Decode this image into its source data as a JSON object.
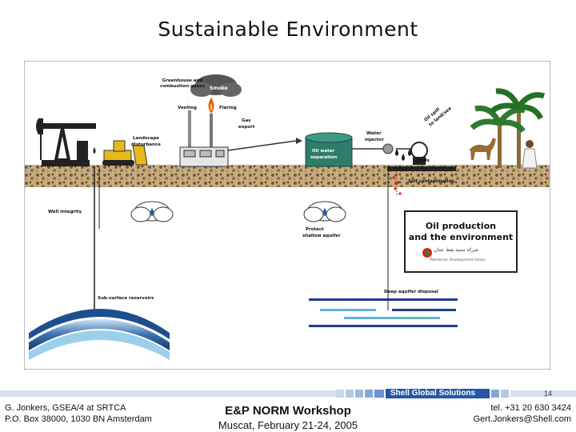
{
  "slide": {
    "title": "Sustainable Environment",
    "page_number": "14"
  },
  "diagram": {
    "labels": {
      "greenhouse_line1": "Greenhouse and",
      "greenhouse_line2": "combustion gases",
      "smoke": "Smoke",
      "venting": "Venting",
      "flaring": "Flaring",
      "gas_export_line1": "Gas",
      "gas_export_line2": "export",
      "landscape_line1": "Landscape",
      "landscape_line2": "disturbance",
      "oil_water_line1": "Oil water",
      "oil_water_line2": "separation",
      "water_injector_line1": "Water",
      "water_injector_line2": "injector",
      "oil_spill_line1": "Oil spill",
      "oil_spill_line2": "to land/sea",
      "spills": "Spills",
      "soil_contamination": "Soil contamination",
      "well_integrity": "Well integrity",
      "protect_aquifer_line1": "Protect",
      "protect_aquifer_line2": "shallow aquifer",
      "subsurface_reservoirs": "Sub-surface reservoirs",
      "deep_aquifer_disposal": "Deep aquifer disposal"
    },
    "info_box": {
      "line1": "Oil production",
      "line2": "and the environment",
      "arabic_text": "شركة تنمية نفط عمان",
      "company": "Petroleum Development Oman"
    },
    "colors": {
      "ground": "#c9ad7e",
      "sky": "#ffffff",
      "reservoir": "#2a5a96",
      "water_layer": "#1f3c8c",
      "light_water": "#5fb8d8",
      "tank": "#2e7d6b"
    }
  },
  "footer": {
    "brand": "Shell Global Solutions",
    "left_line1": "G. Jonkers, GSEA/4 at SRTCA",
    "left_line2": "P.O. Box 38000, 1030 BN Amsterdam",
    "center_line1": "E&P NORM Workshop",
    "center_line2": "Muscat, February 21-24, 2005",
    "right_line1": "tel. +31 20 630 3424",
    "right_line2": "Gert.Jonkers@Shell.com"
  }
}
